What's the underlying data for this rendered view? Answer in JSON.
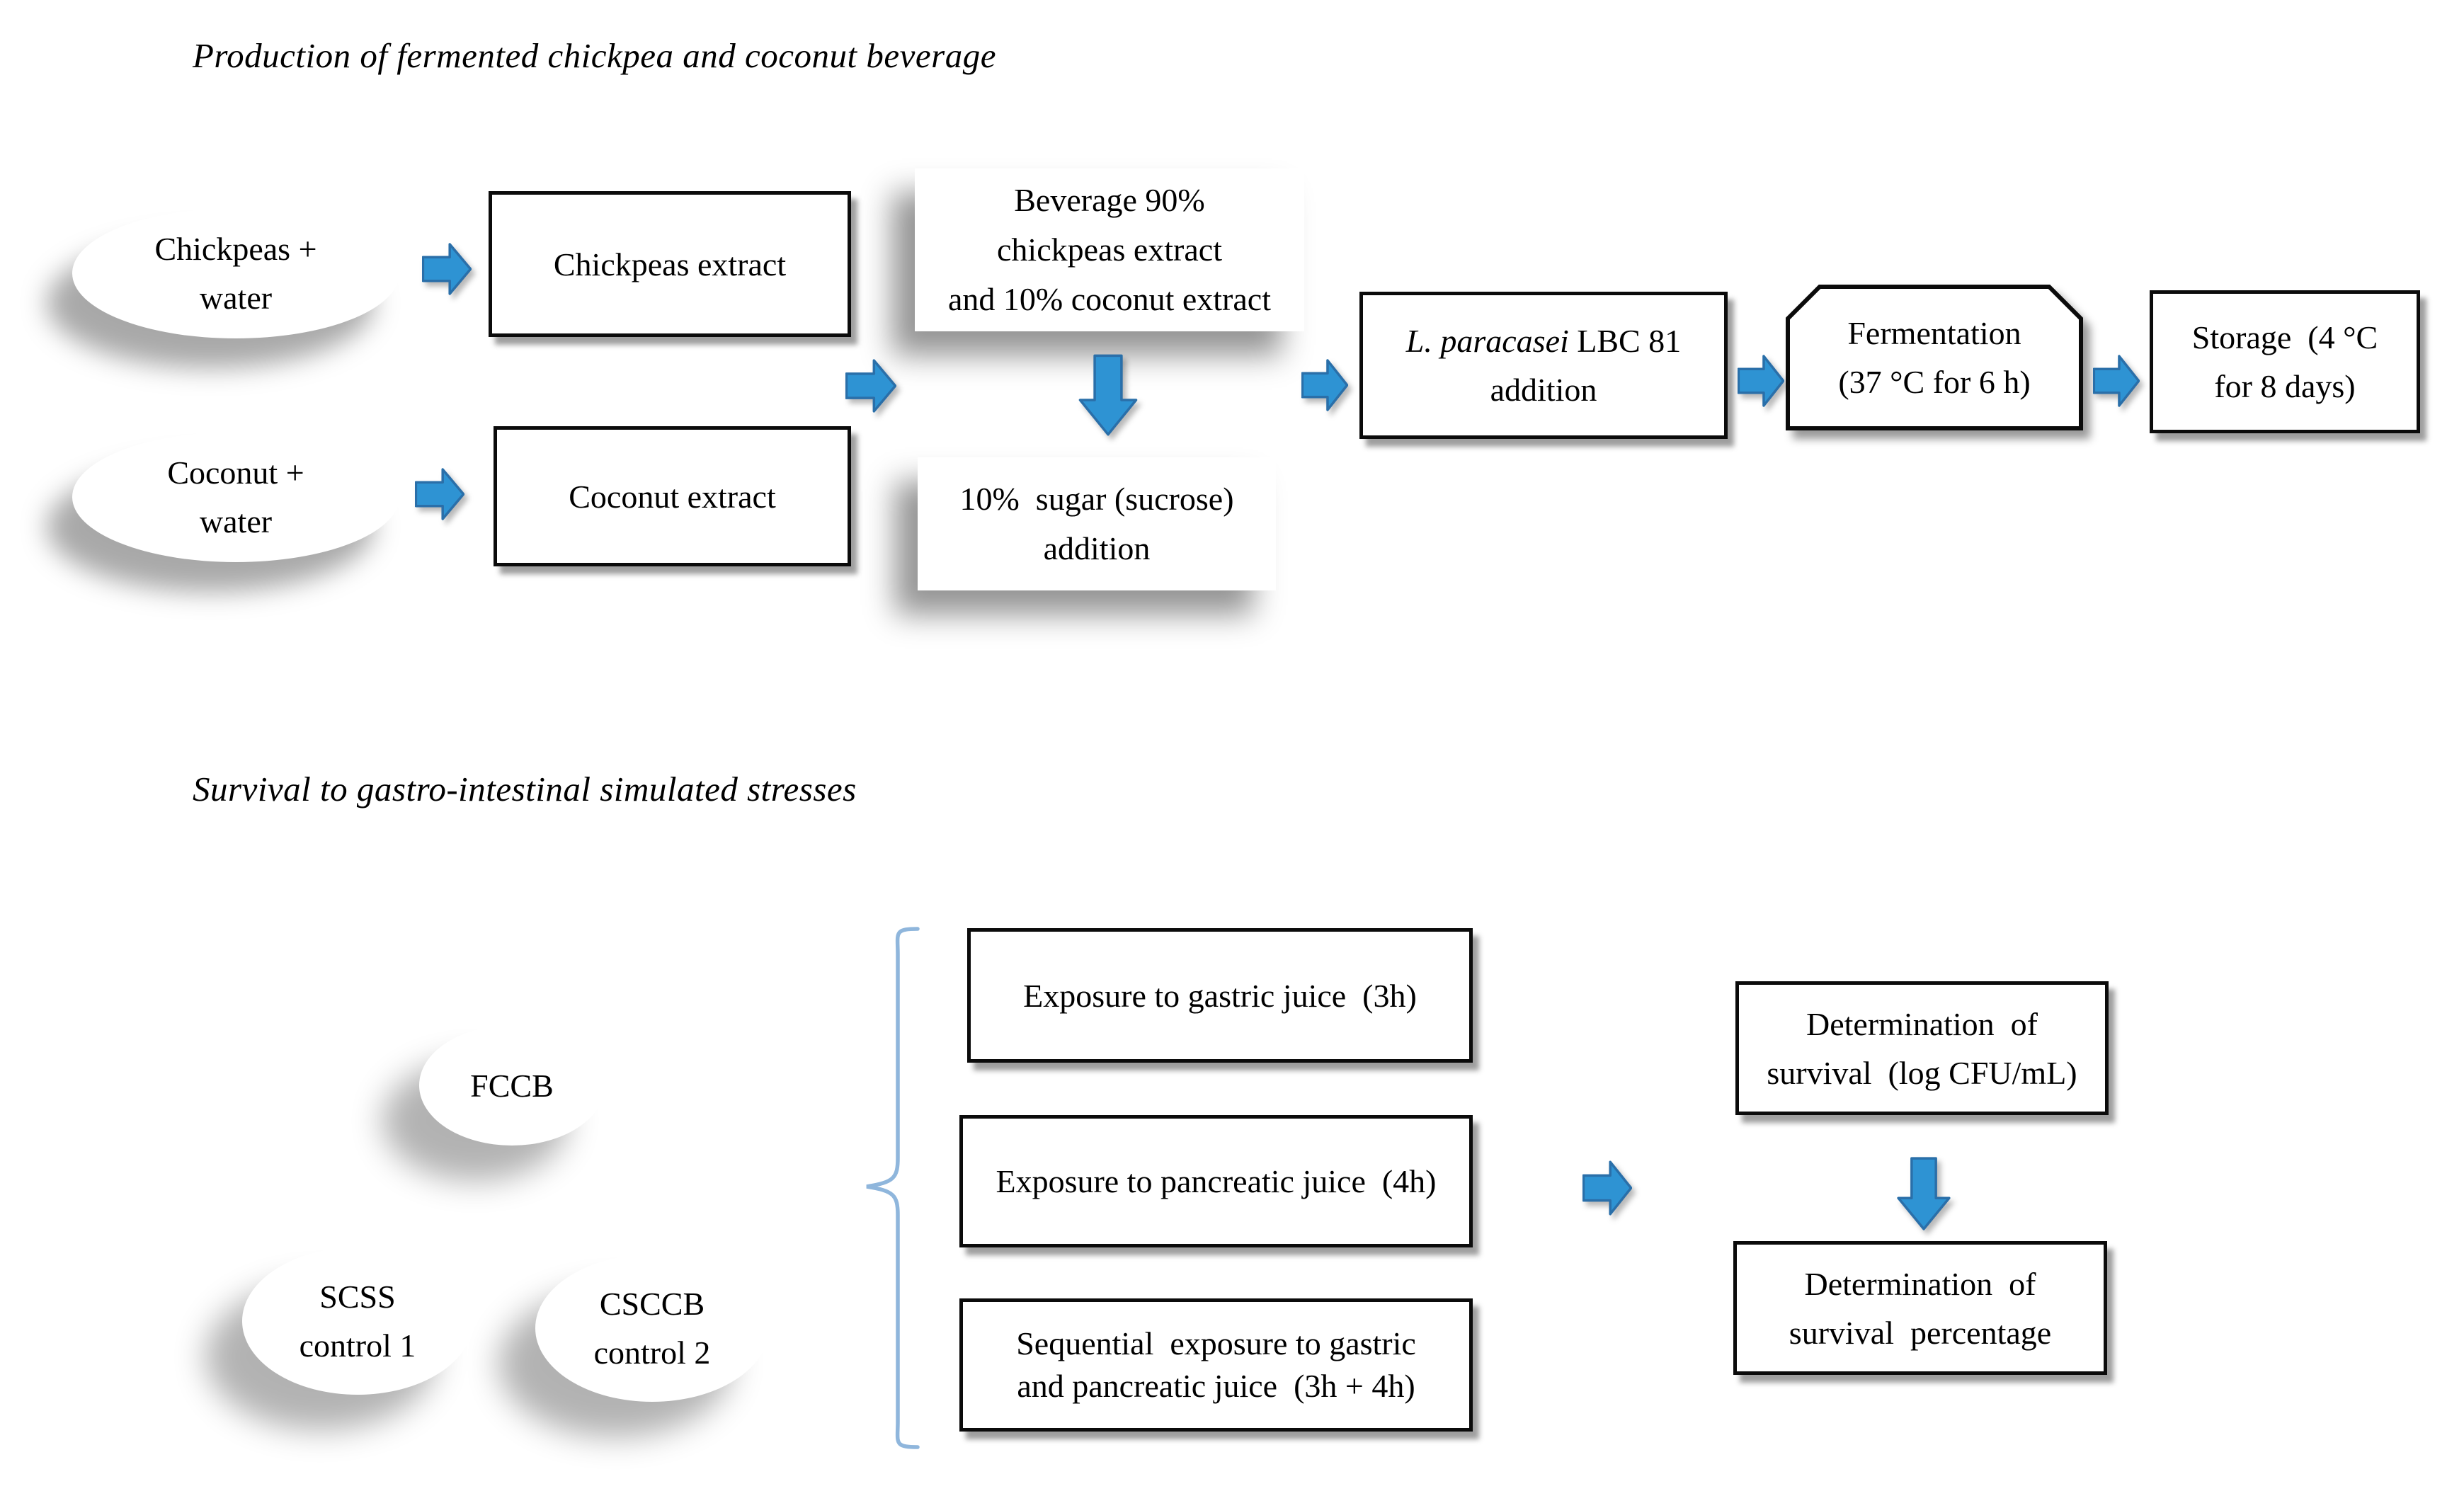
{
  "colors": {
    "arrow_fill": "#2E93D3",
    "arrow_stroke": "#2A6FA9",
    "brace": "#8FB6DC"
  },
  "section1": {
    "title": "Production of fermented chickpea and coconut beverage",
    "ellipse_chickpeas": "Chickpeas +\nwater",
    "box_chickpeas": "Chickpeas extract",
    "ellipse_coconut": "Coconut +\nwater",
    "box_coconut": "Coconut extract",
    "beverage_note": "Beverage 90%\nchickpeas extract\nand 10% coconut extract",
    "sugar_note": "10%  sugar (sucrose)\naddition",
    "inoculum": {
      "species": "L. paracasei",
      "rest": " LBC 81",
      "line2": "addition"
    },
    "fermentation": "Fermentation\n(37 °C for 6 h)",
    "storage": "Storage  (4 °C\nfor 8 days)"
  },
  "section2": {
    "title": "Survival to gastro-intestinal simulated stresses",
    "ellipse_fccb": "FCCB",
    "ellipse_scss": "SCSS\ncontrol 1",
    "ellipse_csccb": "CSCCB\ncontrol 2",
    "exposure_gastric": "Exposure to gastric juice  (3h)",
    "exposure_pancreatic": "Exposure to pancreatic juice  (4h)",
    "exposure_sequential": "Sequential  exposure to gastric\nand pancreatic juice  (3h + 4h)",
    "determination_cfu": "Determination  of\nsurvival  (log CFU/mL)",
    "determination_pct": "Determination  of\nsurvival  percentage"
  }
}
